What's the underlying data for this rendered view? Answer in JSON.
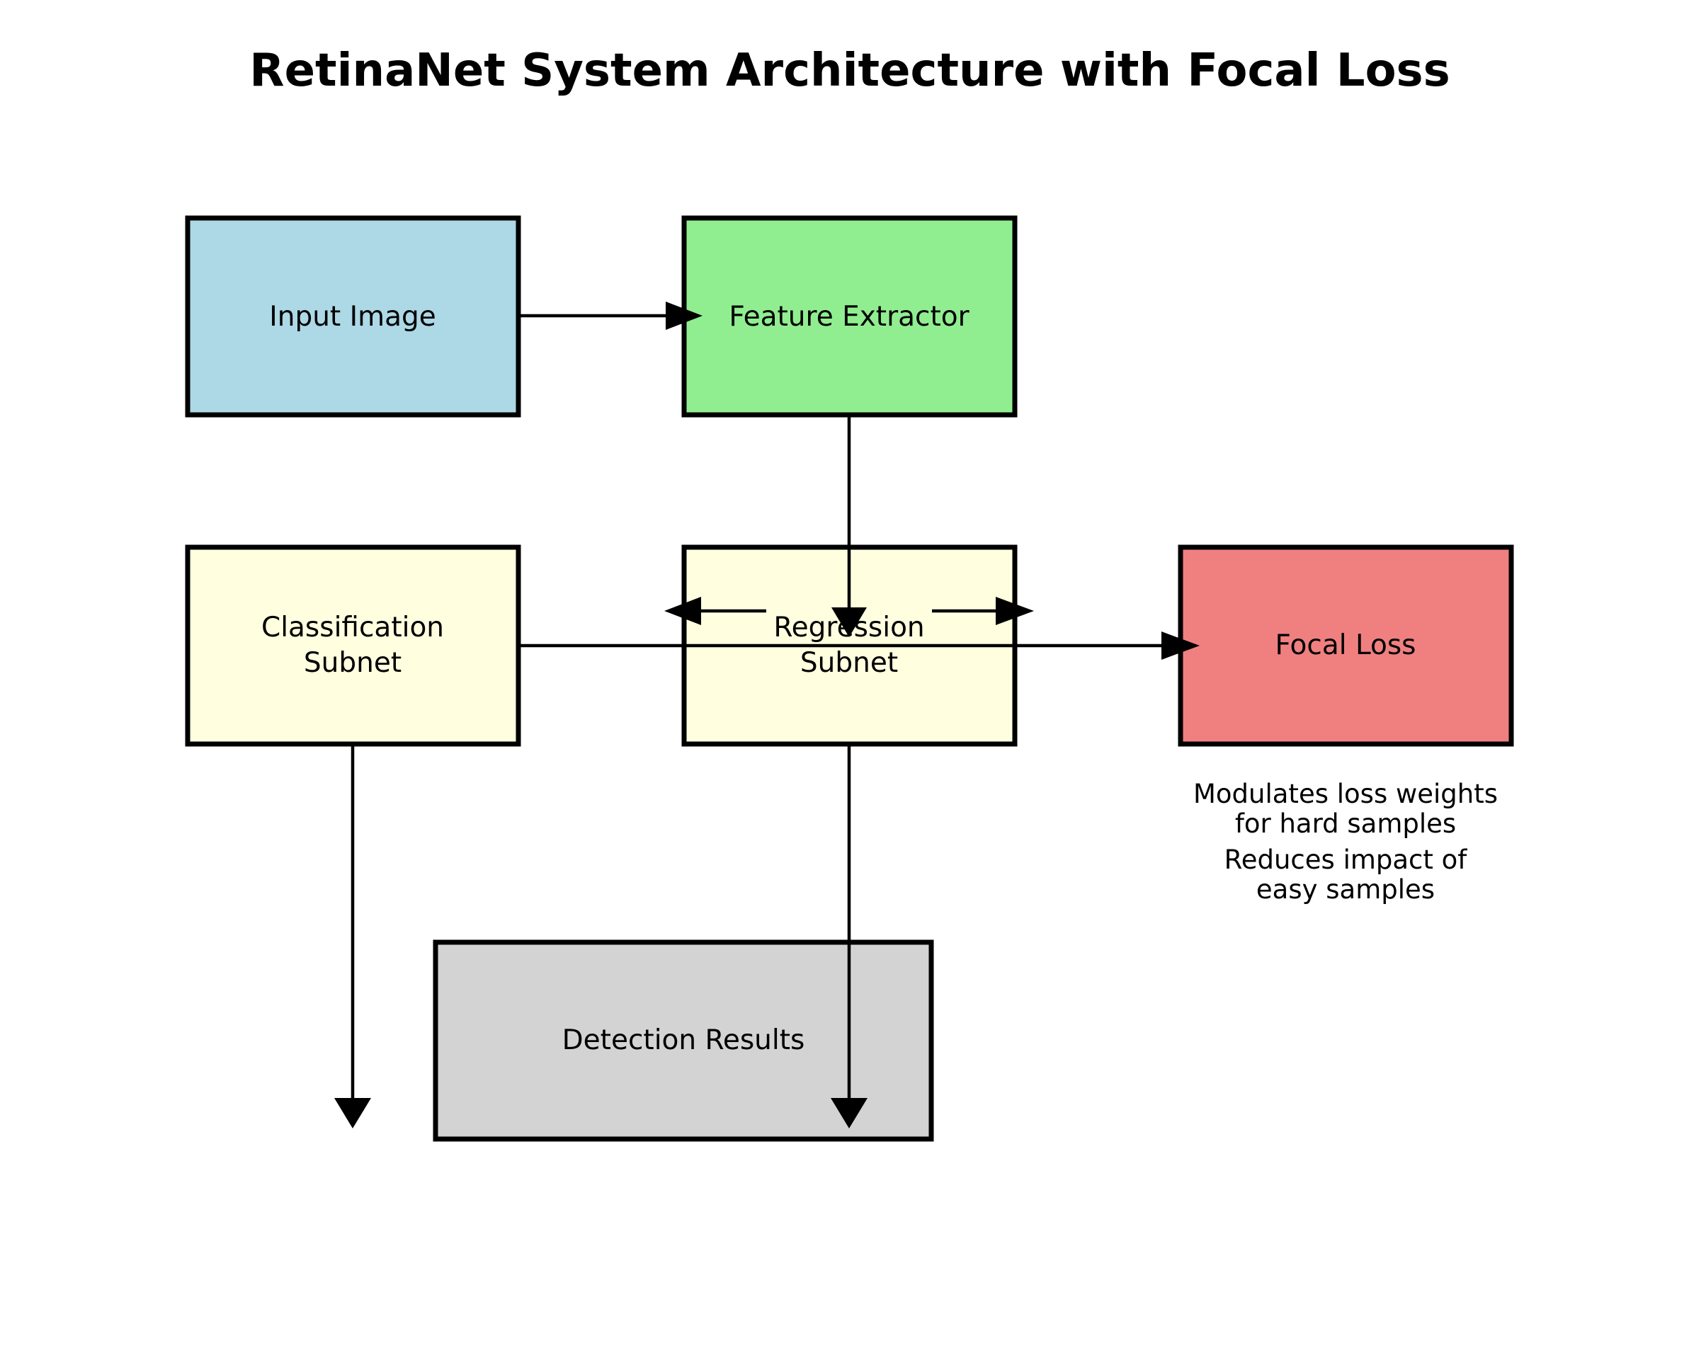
{
  "title": "RetinaNet System Architecture with Focal Loss",
  "nodes": {
    "input_image": {
      "label": "Input Image",
      "color": "#add8e6"
    },
    "feature_extractor": {
      "label": "Feature Extractor",
      "color": "#90ee90"
    },
    "classification_subnet": {
      "label_lines": [
        "Classification",
        "Subnet"
      ],
      "color": "#ffffe0"
    },
    "regression_subnet": {
      "label_lines": [
        "Regression",
        "Subnet"
      ],
      "color": "#ffffe0"
    },
    "focal_loss": {
      "label": "Focal Loss",
      "color": "#f08080"
    },
    "detection_results": {
      "label": "Detection Results",
      "color": "#d3d3d3"
    }
  },
  "notes": {
    "note1": [
      "Modulates loss weights",
      "for hard samples"
    ],
    "note2": [
      "Reduces impact of",
      "easy samples"
    ]
  },
  "edges": [
    {
      "from": "input_image",
      "to": "feature_extractor"
    },
    {
      "from": "feature_extractor",
      "to": "regression_subnet"
    },
    {
      "from": "regression_subnet",
      "to": "classification_subnet"
    },
    {
      "from": "regression_subnet",
      "to": "focal_loss"
    },
    {
      "from": "classification_subnet",
      "to": "focal_loss"
    },
    {
      "from": "classification_subnet",
      "to": "detection_results"
    },
    {
      "from": "regression_subnet",
      "to": "detection_results"
    }
  ]
}
